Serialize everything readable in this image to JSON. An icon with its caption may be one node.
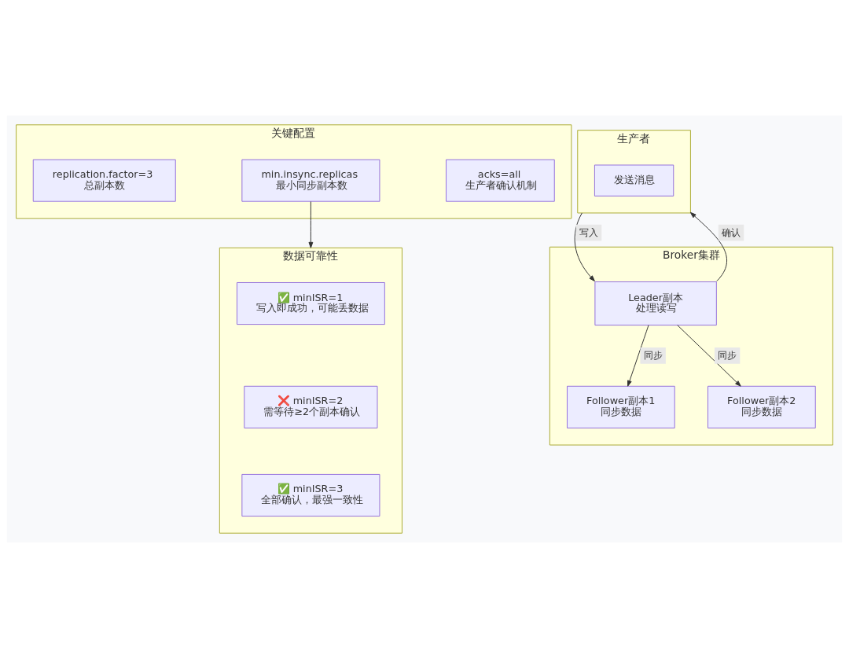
{
  "diagram": {
    "nodes": [
      {
        "text": [
          "关键配置"
        ]
      },
      {
        "text": [
          "replication.factor=3",
          "总副本数"
        ],
        "in": 0
      },
      {
        "text": [
          "min.insync.replicas",
          "最小同步副本数"
        ],
        "in": 0
      },
      {
        "text": [
          "acks=all",
          "生产者确认机制"
        ],
        "in": 0
      },
      {
        "text": [
          "数据可靠性"
        ]
      },
      {
        "text": [
          "✅ minISR=1",
          "写入即成功，可能丢数据"
        ],
        "in": 4
      },
      {
        "text": [
          "❌ minISR=2",
          "需等待≥2个副本确认"
        ],
        "in": 4
      },
      {
        "text": [
          "✅ minISR=3",
          "全部确认，最强一致性"
        ],
        "in": 4
      },
      {
        "text": [
          "生产者"
        ]
      },
      {
        "text": [
          "发送消息"
        ],
        "in": 8
      },
      {
        "text": [
          "Broker集群"
        ]
      },
      {
        "text": [
          "Leader副本",
          "处理读写"
        ],
        "in": 10
      },
      {
        "text": [
          "Follower副本1",
          "同步数据"
        ],
        "in": 10
      },
      {
        "text": [
          "Follower副本2",
          "同步数据"
        ],
        "in": 10
      }
    ],
    "edges": [
      {
        "from": 2,
        "to": 4,
        "arrow": "to"
      },
      {
        "from": 8,
        "to": 11,
        "arrow": "to",
        "label": "写入"
      },
      {
        "from": 11,
        "to": 8,
        "arrow": "to",
        "label": "确认"
      },
      {
        "from": 11,
        "to": 12,
        "arrow": "to",
        "label": "同步"
      },
      {
        "from": 11,
        "to": 13,
        "arrow": "to",
        "label": "同步"
      }
    ]
  }
}
